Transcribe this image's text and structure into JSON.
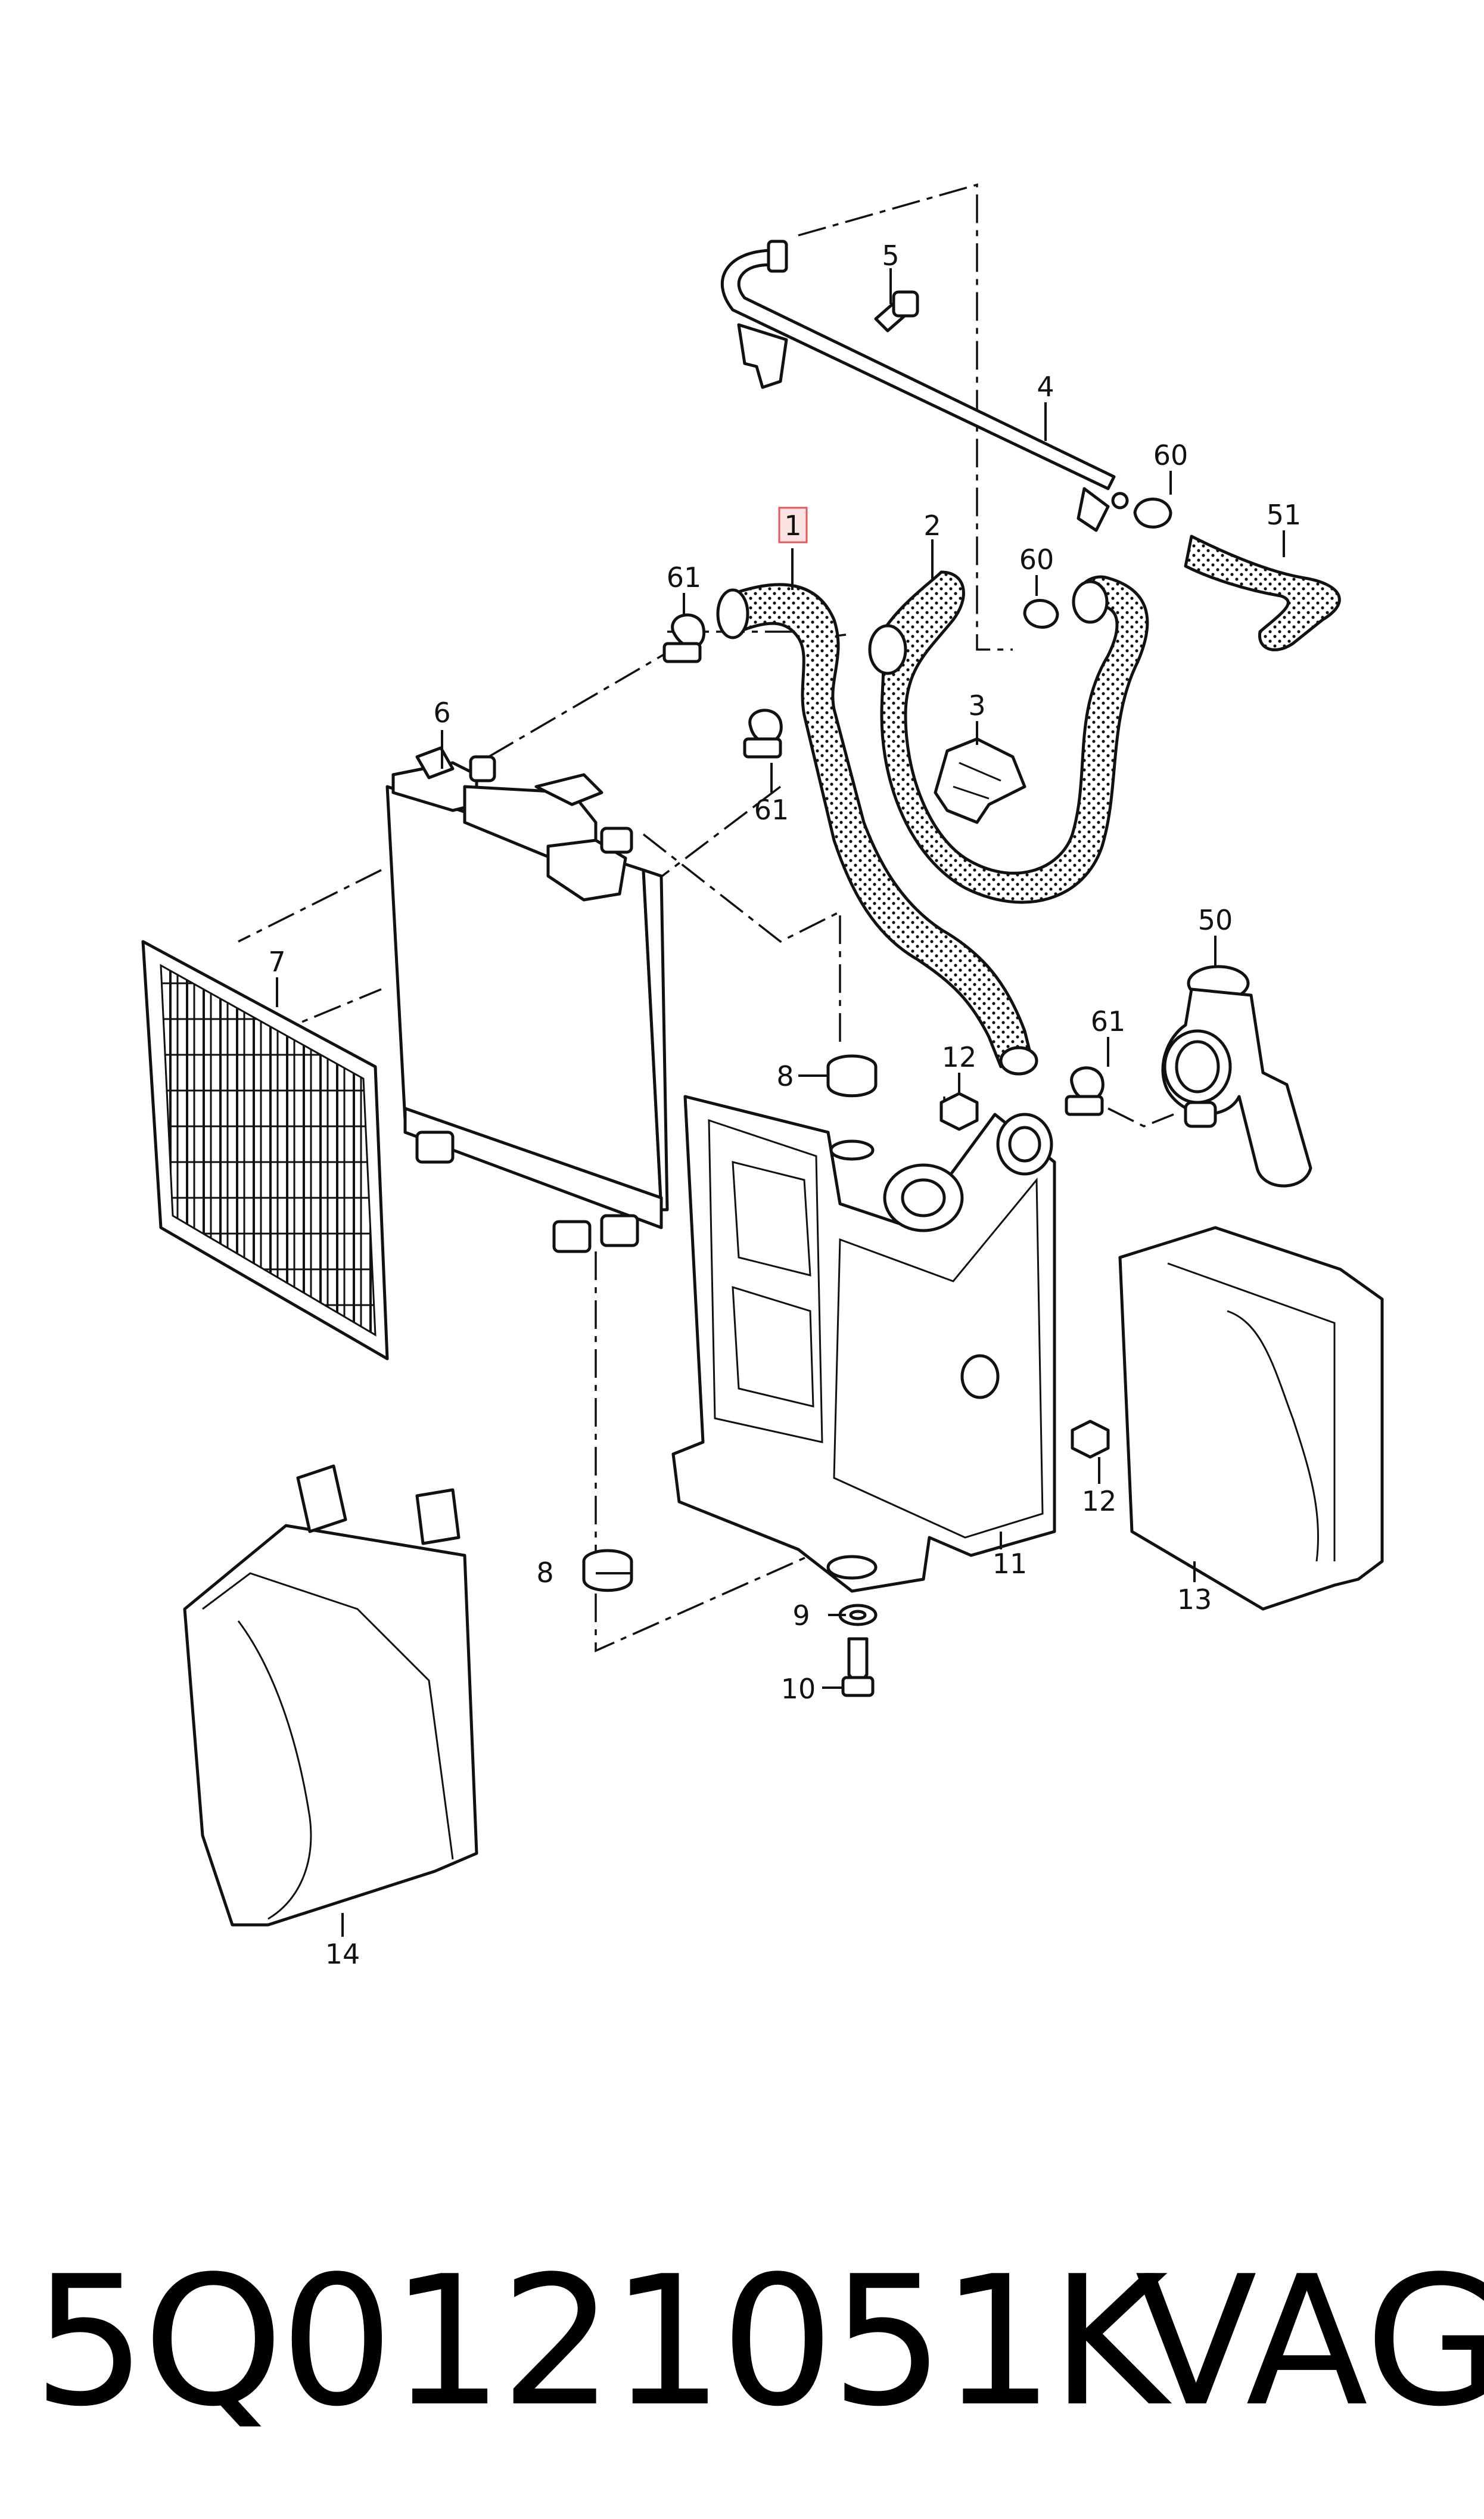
{
  "callouts": {
    "c1": "1",
    "c2": "2",
    "c3": "3",
    "c4": "4",
    "c5": "5",
    "c6": "6",
    "c7": "7",
    "c8a": "8",
    "c8b": "8",
    "c9": "9",
    "c10": "10",
    "c11": "11",
    "c12a": "12",
    "c12b": "12",
    "c13": "13",
    "c14": "14",
    "c50": "50",
    "c51": "51",
    "c60a": "60",
    "c60b": "60",
    "c61a": "61",
    "c61b": "61",
    "c61c": "61"
  },
  "highlight_color": "#e05a5a",
  "footer": {
    "part_number": "5Q0121051K",
    "brand": "VAG"
  }
}
